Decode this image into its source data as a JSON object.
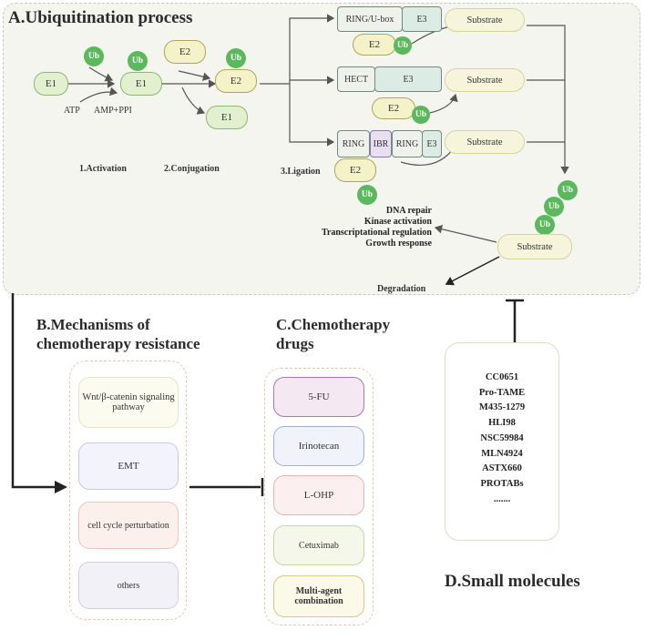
{
  "panel_a": {
    "title": "A.Ubiquitination process",
    "e1": "E1",
    "e2": "E2",
    "e3": "E3",
    "ub": "Ub",
    "atp": "ATP",
    "amp": "AMP+PPI",
    "step1": "1.Activation",
    "step2": "2.Conjugation",
    "step3": "3.Ligation",
    "ring_ubox": "RING/U-box",
    "hect": "HECT",
    "ring": "RING",
    "ibr": "IBR",
    "substrate": "Substrate",
    "outcomes": [
      "DNA repair",
      "Kinase activation",
      "Transcriptational  regulation",
      "Growth response"
    ],
    "degradation": "Degradation"
  },
  "panel_b": {
    "title_line1": "B.Mechanisms of",
    "title_line2": "chemotherapy resistance",
    "items": [
      "Wnt/β-catenin signaling pathway",
      "EMT",
      "cell cycle perturbation",
      "others"
    ]
  },
  "panel_c": {
    "title_line1": "C.Chemotherapy",
    "title_line2": "drugs",
    "items": [
      "5-FU",
      "Irinotecan",
      "L-OHP",
      "Cetuximab",
      "Multi-agent combination"
    ]
  },
  "panel_d": {
    "title": "D.Small molecules",
    "items": [
      "CC0651",
      "Pro-TAME",
      "M435-1279",
      "HLI98",
      "NSC59984",
      "MLN4924",
      "ASTX660",
      "PROTABs",
      "......."
    ]
  },
  "colors": {
    "ub_green": "#5cb85c",
    "e1_fill": "#e3f0cf",
    "e2_fill": "#f3f2c9",
    "panel_a_bg": "#f4f5ef"
  }
}
